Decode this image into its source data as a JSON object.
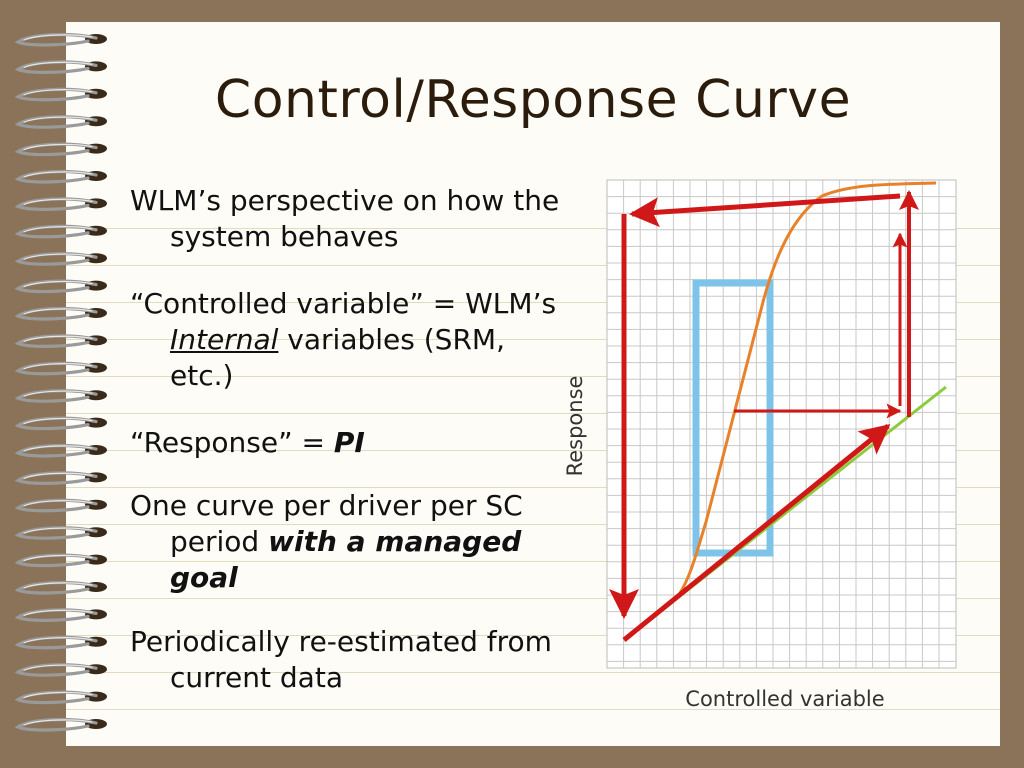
{
  "slide": {
    "title": "Control/Response Curve",
    "bullets": [
      {
        "text": "WLM’s perspective on how the system behaves"
      },
      {
        "prefix": "“Controlled variable” = WLM’s ",
        "emphasis": "Internal",
        "suffix": " variables (SRM, etc.)"
      },
      {
        "prefix": "“Response” = ",
        "emphasis": "PI",
        "suffix": ""
      },
      {
        "prefix": "One curve per driver per SC period ",
        "emphasis": "with a managed goal",
        "suffix": ""
      },
      {
        "text": "Periodically re-estimated from current data"
      }
    ]
  },
  "chart_data": {
    "type": "diagram",
    "xlabel": "Controlled variable",
    "ylabel": "Response",
    "grid": true,
    "colors": {
      "curve": "#e8822a",
      "arrows": "#d01818",
      "tangent": "#8ccc3c",
      "box": "#7ec4ea",
      "grid": "#c8c8c8"
    }
  }
}
